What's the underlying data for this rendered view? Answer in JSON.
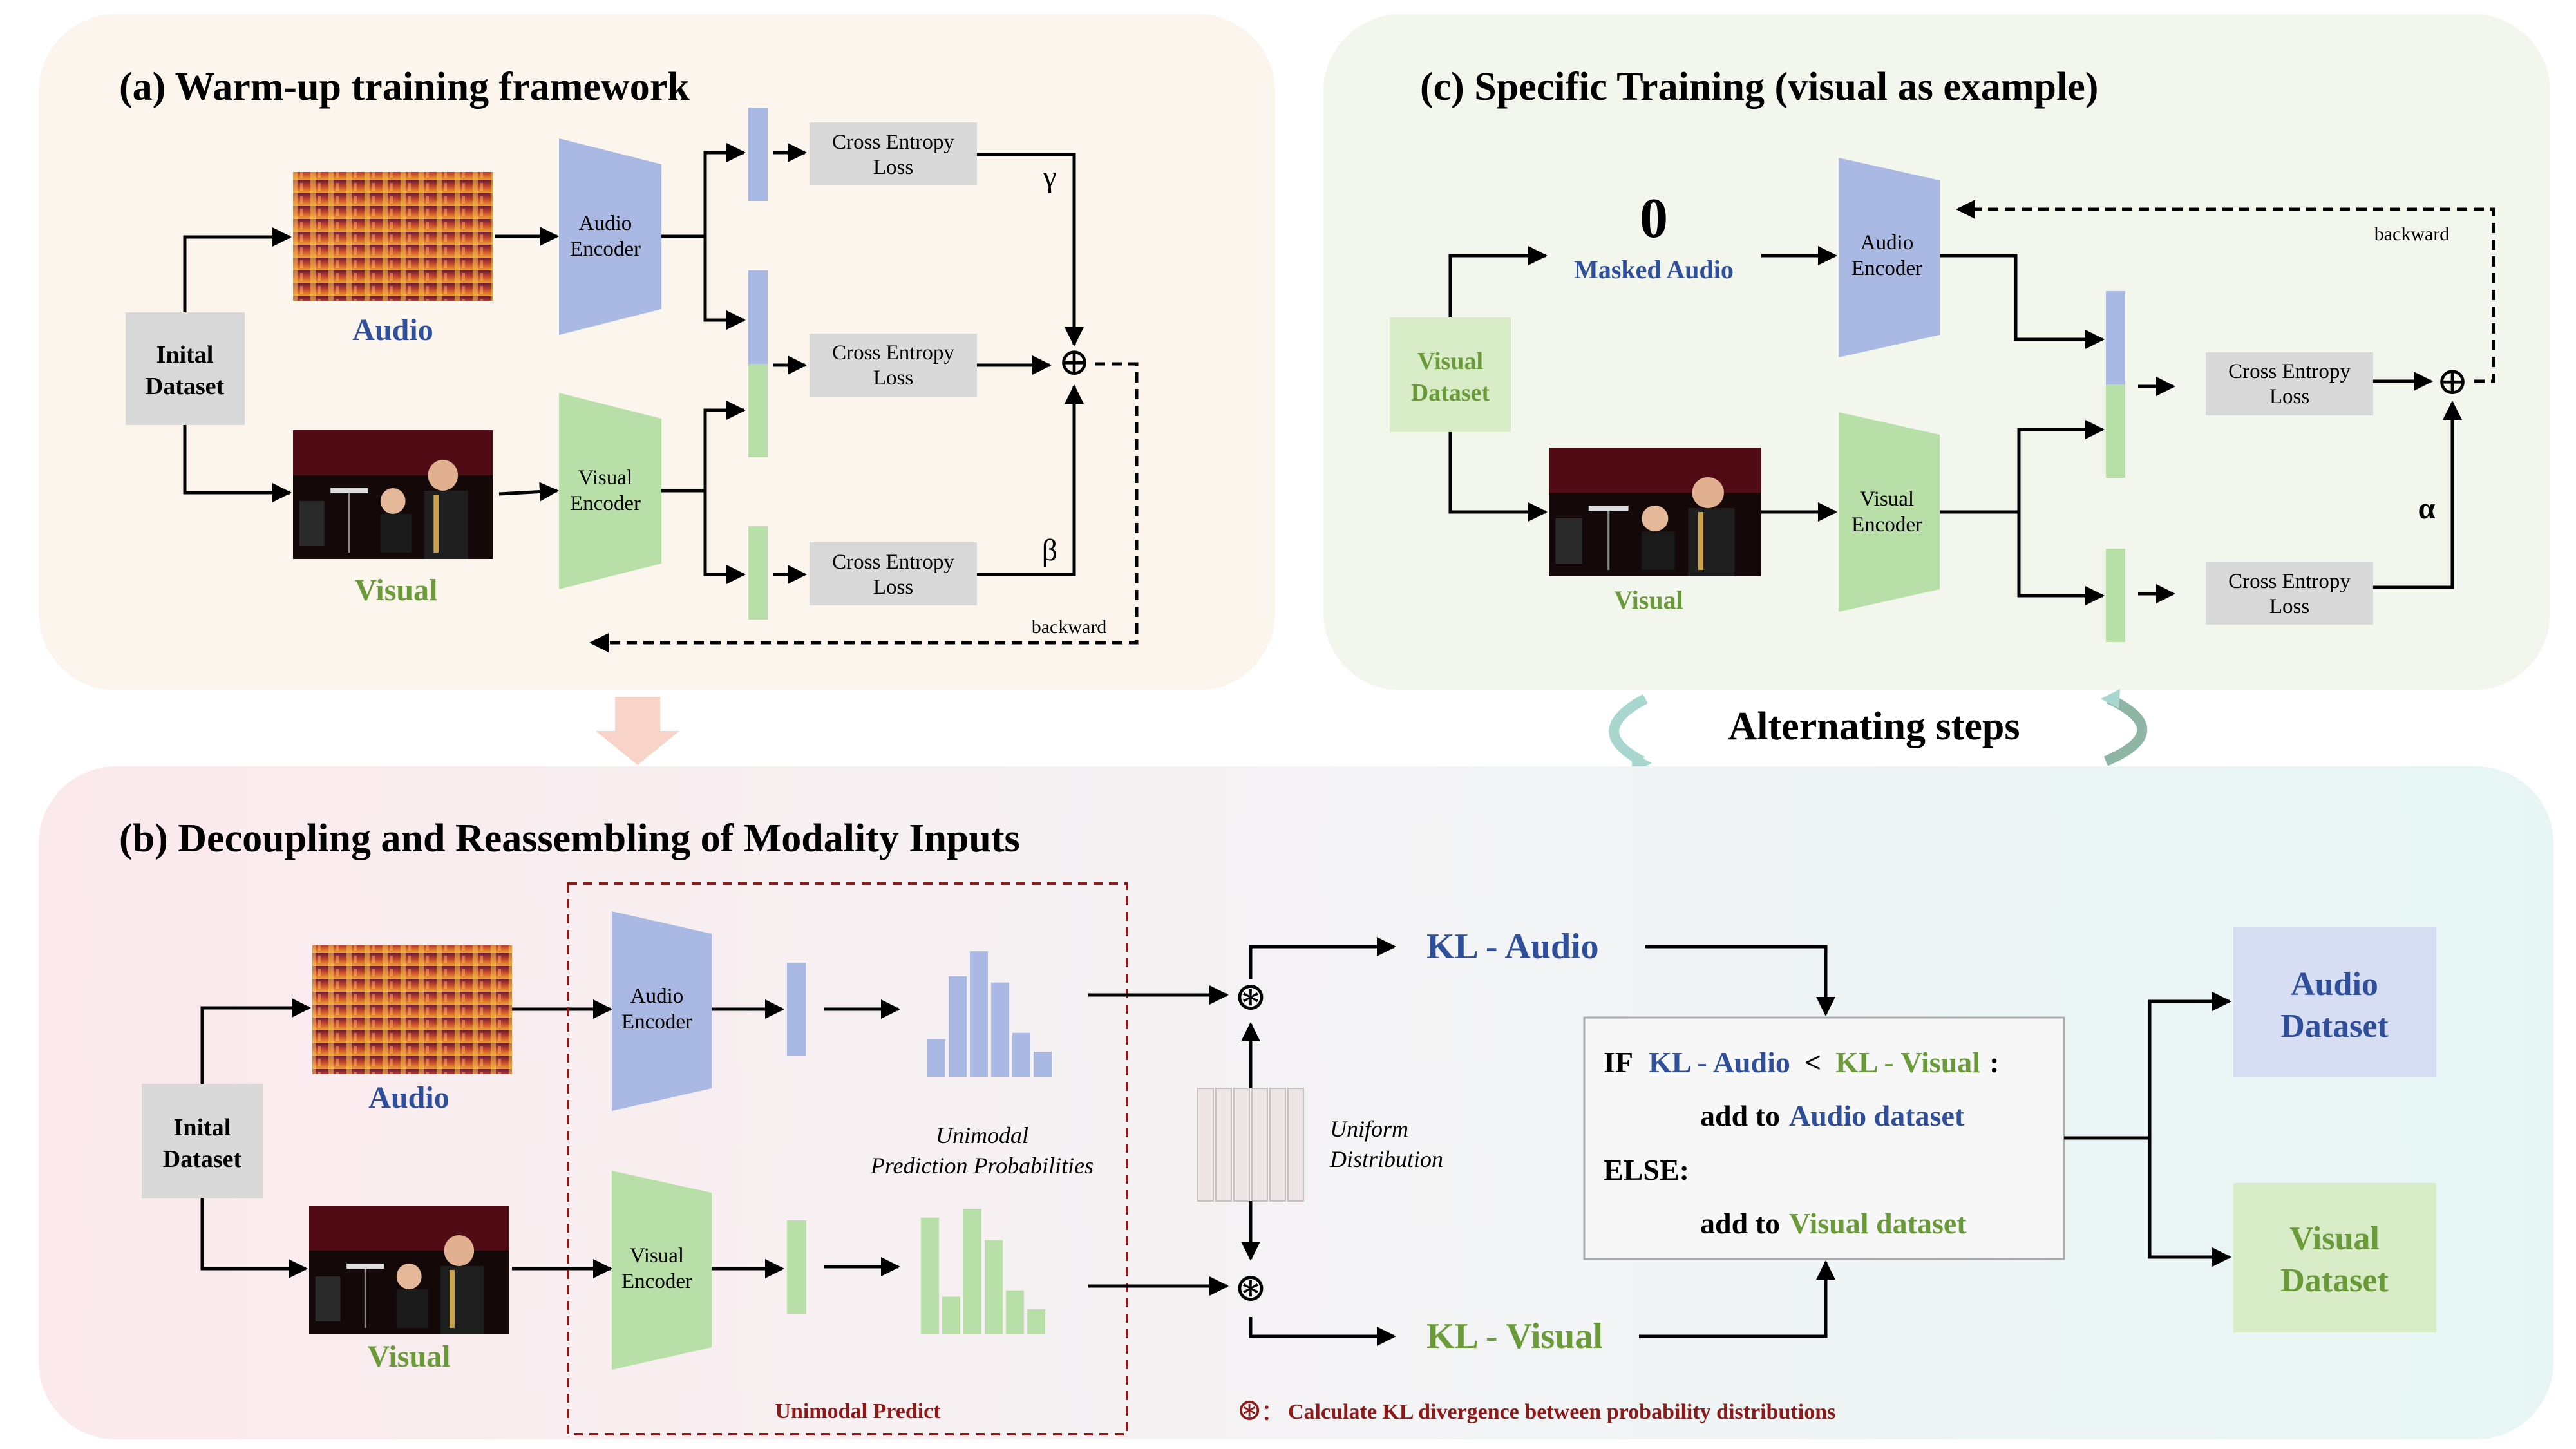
{
  "panel_a": {
    "title": "(a) Warm-up training framework",
    "inital_dataset": [
      "Inital",
      "Dataset"
    ],
    "audio_label": "Audio",
    "visual_label": "Visual",
    "audio_encoder": [
      "Audio",
      "Encoder"
    ],
    "visual_encoder": [
      "Visual",
      "Encoder"
    ],
    "ce_loss_1": [
      "Cross Entropy",
      "Loss"
    ],
    "ce_loss_2": [
      "Cross Entropy",
      "Loss"
    ],
    "ce_loss_3": [
      "Cross Entropy",
      "Loss"
    ],
    "gamma": "γ",
    "beta": "β",
    "plus": "⊕",
    "backward": "backward"
  },
  "panel_c": {
    "title": "(c) Specific Training (visual as example)",
    "visual_dataset": [
      "Visual",
      "Dataset"
    ],
    "zero": "0",
    "masked_audio": "Masked Audio",
    "audio_encoder": [
      "Audio",
      "Encoder"
    ],
    "visual_encoder": [
      "Visual",
      "Encoder"
    ],
    "visual_label": "Visual",
    "ce_loss_1": [
      "Cross Entropy",
      "Loss"
    ],
    "ce_loss_2": [
      "Cross Entropy",
      "Loss"
    ],
    "alpha": "α",
    "plus": "⊕",
    "backward": "backward"
  },
  "alternating": "Alternating steps",
  "panel_b": {
    "title": "(b) Decoupling and Reassembling of Modality Inputs",
    "inital_dataset": [
      "Inital",
      "Dataset"
    ],
    "audio_label": "Audio",
    "visual_label": "Visual",
    "audio_encoder": [
      "Audio",
      "Encoder"
    ],
    "visual_encoder": [
      "Visual",
      "Encoder"
    ],
    "unimodal_probs": [
      "Unimodal",
      "Prediction Probabilities"
    ],
    "uniform": [
      "Uniform",
      "Distribution"
    ],
    "unimodal_predict": "Unimodal Predict",
    "kl_audio": "KL - Audio",
    "kl_visual": "KL - Visual",
    "cond_if": "IF",
    "cond_lt": "<",
    "cond_colon": ":",
    "add_to": "add to",
    "audio_dataset_text": "Audio dataset",
    "else": "ELSE:",
    "visual_dataset_text": "Visual dataset",
    "audio_dataset_box": [
      "Audio",
      "Dataset"
    ],
    "visual_dataset_box": [
      "Visual",
      "Dataset"
    ],
    "legend_symbol": "⊛:",
    "legend_text": "Calculate KL divergence between probability distributions",
    "circle_op": "⊛"
  },
  "colors": {
    "audio_blue": "#2f4f9a",
    "visual_green": "#6a9a3a",
    "audio_fill": "#aab9e3",
    "visual_fill": "#b9dfa9",
    "dark_red": "#8b1a1a"
  },
  "bars": {
    "audio_probs": [
      0.3,
      0.8,
      1.0,
      0.75,
      0.35,
      0.2
    ],
    "visual_probs": [
      0.93,
      0.3,
      1.0,
      0.75,
      0.35,
      0.2
    ]
  }
}
